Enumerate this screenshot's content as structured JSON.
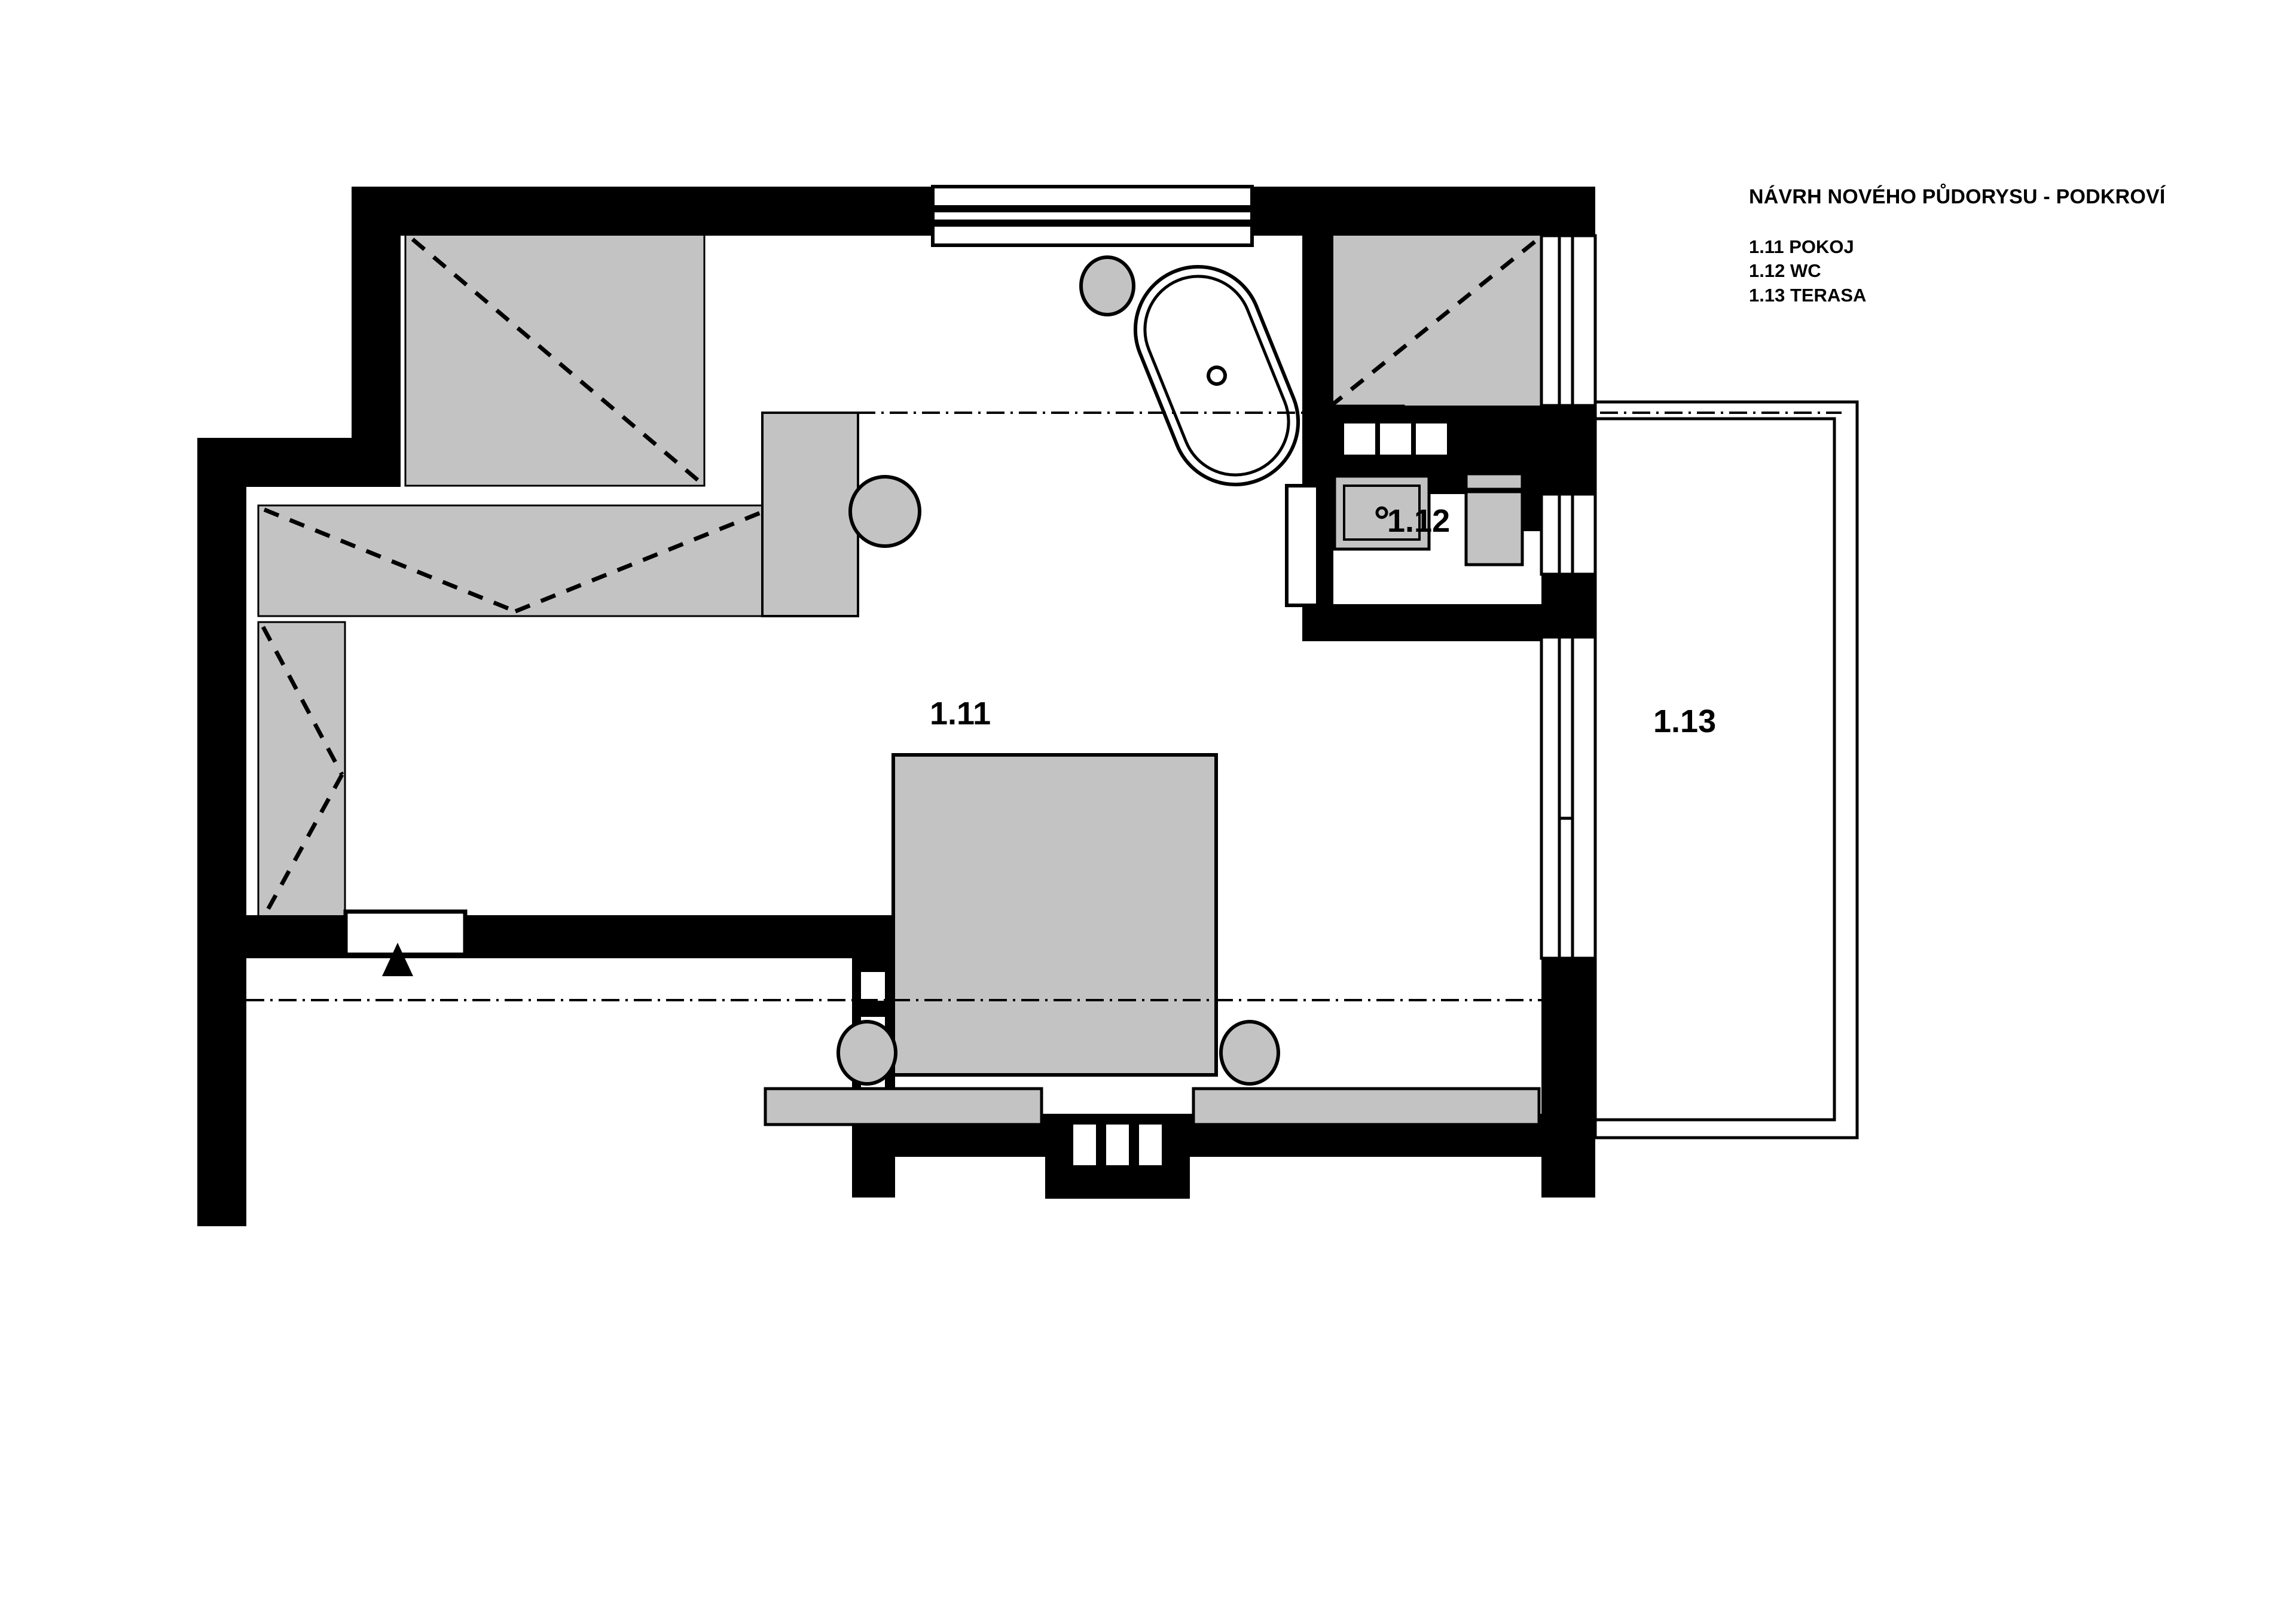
{
  "drawing": {
    "kind": "architectural-floor-plan",
    "legend": {
      "title": "NÁVRH NOVÉHO PŮDORYSU - PODKROVÍ",
      "rooms": [
        {
          "code": "1.11",
          "name": "POKOJ",
          "entry": "1.11 POKOJ"
        },
        {
          "code": "1.12",
          "name": "WC",
          "entry": "1.12 WC"
        },
        {
          "code": "1.13",
          "name": "TERASA",
          "entry": "1.13 TERASA"
        }
      ]
    },
    "room_tags": {
      "room_main": "1.11",
      "room_wc": "1.12",
      "room_terrace": "1.13"
    },
    "colors": {
      "wall_fill": "#000000",
      "roof_slope_fill": "#c3c3c3",
      "furniture_fill": "#c3c3c3",
      "paper": "#ffffff",
      "line": "#000000"
    },
    "elements": {
      "bathtub": "freestanding-oval-bathtub",
      "washbasin": "washbasin",
      "toilet": "toilet",
      "bed": "double-bed",
      "nightstand_left": "round-nightstand",
      "nightstand_right": "round-nightstand",
      "round_table": "round-table",
      "stool": "round-stool",
      "wardrobe": "wardrobe",
      "cabinet_left": "low-cabinet",
      "cabinet_right": "low-cabinet",
      "chimney": "chimney-with-flues",
      "window_top": "ribbon-window",
      "door_wc": "door-opening",
      "terrace_railing": "terrace-railing",
      "section_marker": "section-arrow",
      "section_line_upper": "section-line",
      "section_line_lower": "section-line"
    }
  }
}
